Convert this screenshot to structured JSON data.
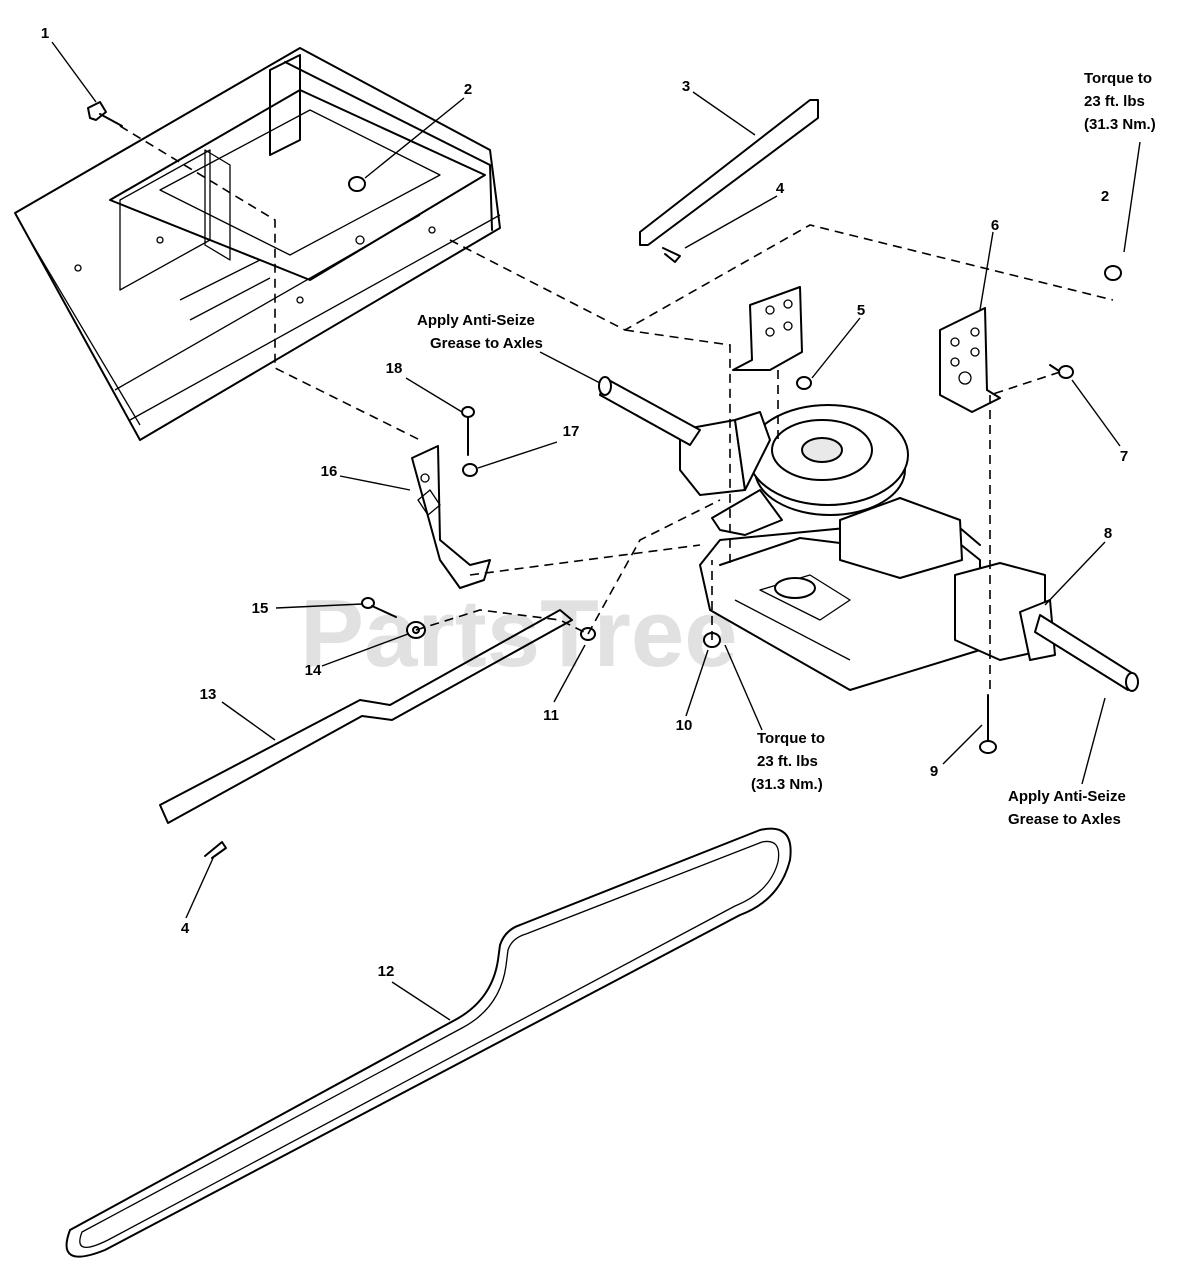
{
  "watermark": "PartsTree",
  "callouts": {
    "c1": "1",
    "c2a": "2",
    "c2b": "2",
    "c3": "3",
    "c4a": "4",
    "c4b": "4",
    "c5": "5",
    "c6": "6",
    "c7": "7",
    "c8": "8",
    "c9": "9",
    "c10": "10",
    "c11": "11",
    "c12": "12",
    "c13": "13",
    "c14": "14",
    "c15": "15",
    "c16": "16",
    "c17": "17",
    "c18": "18"
  },
  "notes": {
    "torque_top": [
      "Torque to",
      "23 ft. lbs",
      "(31.3 Nm.)"
    ],
    "torque_bottom": [
      "Torque to",
      "23 ft. lbs",
      "(31.3 Nm.)"
    ],
    "grease_left": [
      "Apply Anti-Seize",
      "Grease to Axles"
    ],
    "grease_right": [
      "Apply Anti-Seize",
      "Grease to Axles"
    ]
  }
}
